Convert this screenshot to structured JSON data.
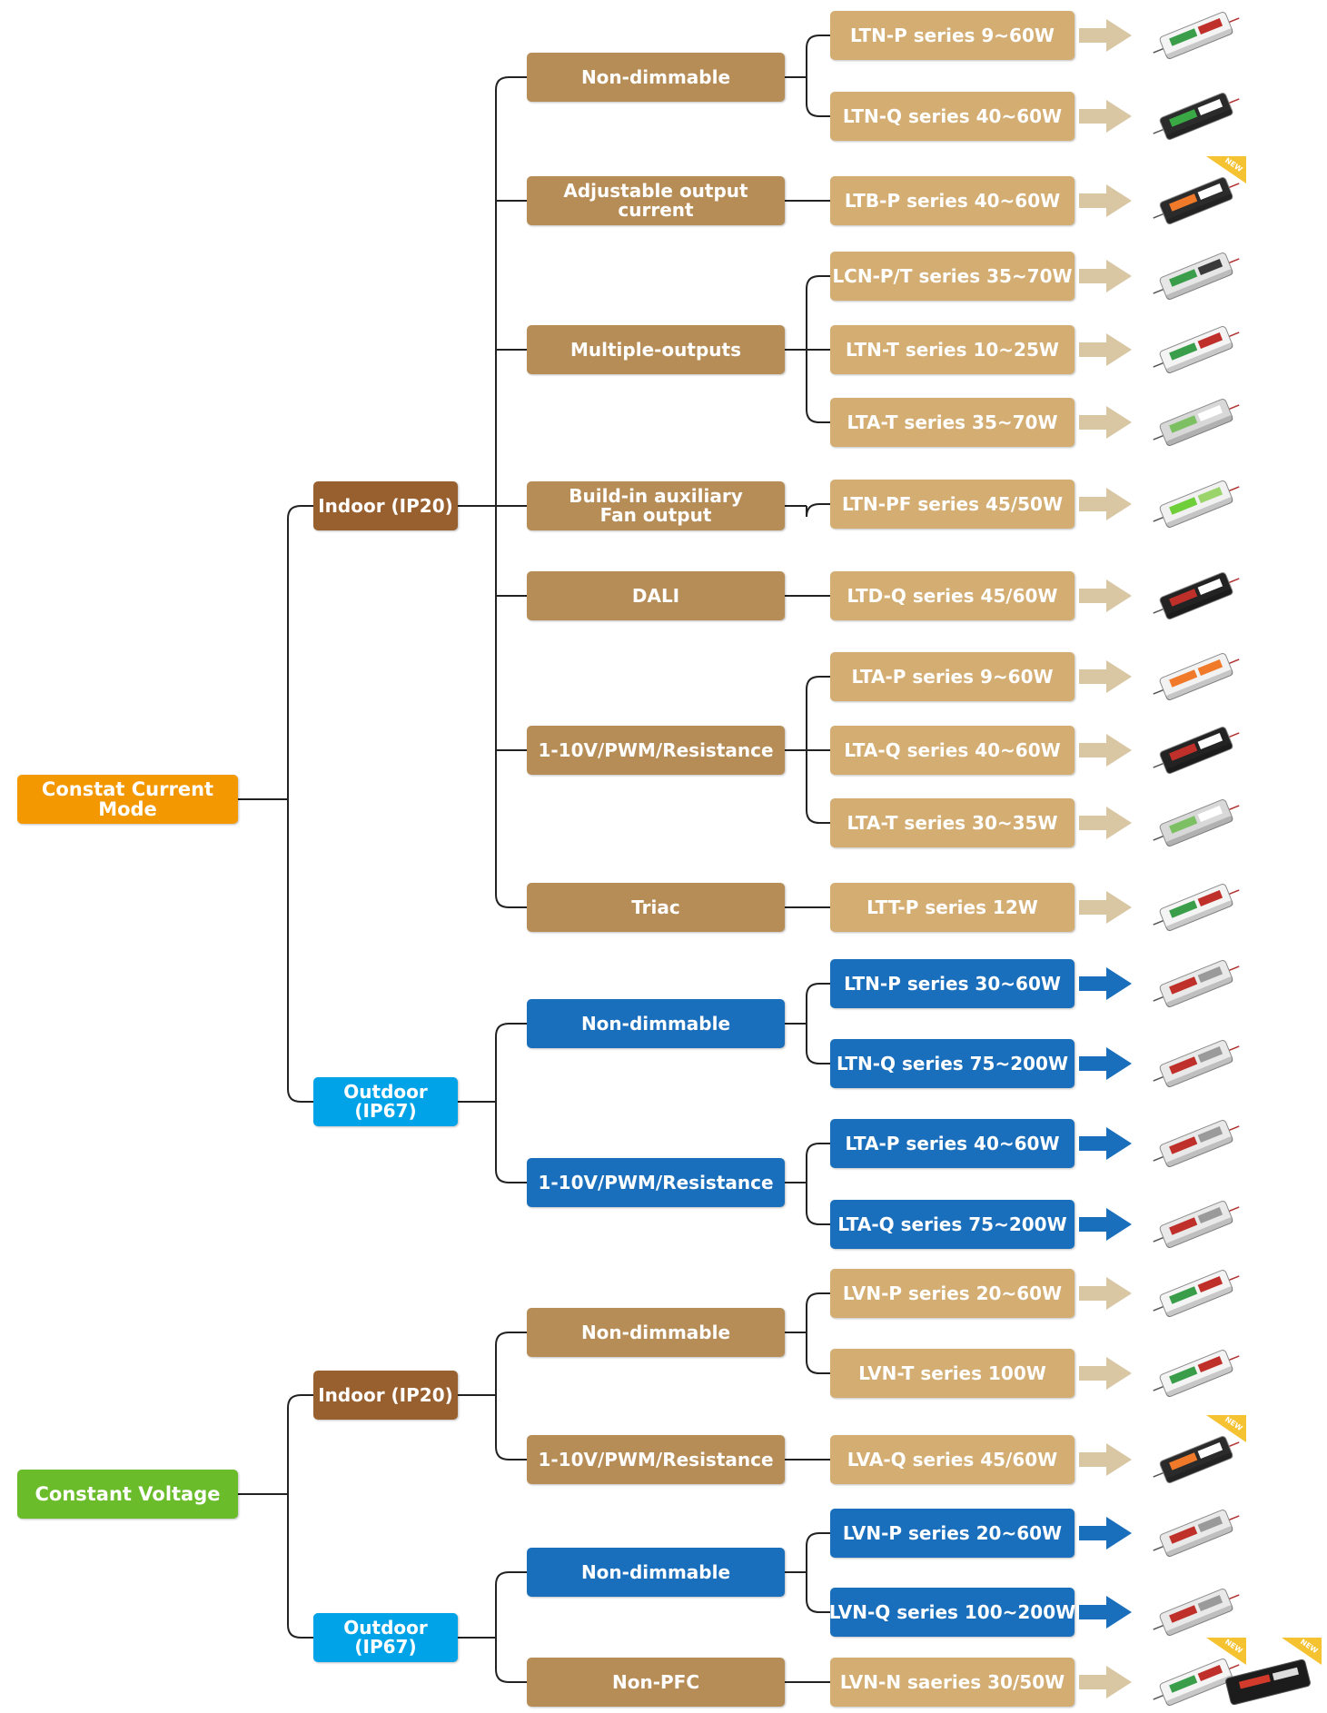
{
  "colors": {
    "orange": "#f39800",
    "green": "#6abc2b",
    "indoor": "#99602f",
    "outdoor": "#00a3e8",
    "category": "#b78d57",
    "product": "#d3ad72",
    "blue": "#1a6fbd",
    "arrow_tan": "#d9c7a4",
    "arrow_blue": "#1a6fbd",
    "line": "#222222"
  },
  "roots": [
    {
      "label": "Constat Current Mode",
      "color": "orange"
    },
    {
      "label": "Constant Voltage",
      "color": "green"
    }
  ],
  "environments": [
    {
      "label": "Indoor (IP20)",
      "color": "indoor"
    },
    {
      "label": "Outdoor (IP67)",
      "color": "outdoor"
    },
    {
      "label": "Indoor (IP20)",
      "color": "indoor"
    },
    {
      "label": "Outdoor (IP67)",
      "color": "outdoor"
    }
  ],
  "categories": [
    {
      "label": "Non-dimmable",
      "color": "category"
    },
    {
      "label": "Adjustable output current",
      "color": "category"
    },
    {
      "label": "Multiple-outputs",
      "color": "category"
    },
    {
      "label": "Build-in auxiliary\nFan output",
      "color": "category"
    },
    {
      "label": "DALI",
      "color": "category"
    },
    {
      "label": "1-10V/PWM/Resistance",
      "color": "category"
    },
    {
      "label": "Triac",
      "color": "category"
    },
    {
      "label": "Non-dimmable",
      "color": "blue"
    },
    {
      "label": "1-10V/PWM/Resistance",
      "color": "blue"
    },
    {
      "label": "Non-dimmable",
      "color": "category"
    },
    {
      "label": "1-10V/PWM/Resistance",
      "color": "category"
    },
    {
      "label": "Non-dimmable",
      "color": "blue"
    },
    {
      "label": "Non-PFC",
      "color": "category"
    }
  ],
  "products": [
    {
      "label": "LTN-P series 9~60W",
      "color": "product",
      "icon": "white-driver-icon",
      "new": false
    },
    {
      "label": "LTN-Q series 40~60W",
      "color": "product",
      "icon": "black-green-driver-icon",
      "new": false
    },
    {
      "label": "LTB-P series 40~60W",
      "color": "product",
      "icon": "orange-black-driver-icon",
      "new": true
    },
    {
      "label": "LCN-P/T series 35~70W",
      "color": "product",
      "icon": "slim-driver-icon",
      "new": false
    },
    {
      "label": "LTN-T series 10~25W",
      "color": "product",
      "icon": "white-driver-icon",
      "new": false
    },
    {
      "label": "LTA-T series 35~70W",
      "color": "product",
      "icon": "grey-driver-icon",
      "new": false
    },
    {
      "label": "LTN-PF series 45/50W",
      "color": "product",
      "icon": "green-white-driver-icon",
      "new": false
    },
    {
      "label": "LTD-Q series 45/60W",
      "color": "product",
      "icon": "black-red-driver-icon",
      "new": false
    },
    {
      "label": "LTA-P series 9~60W",
      "color": "product",
      "icon": "orange-white-driver-icon",
      "new": false
    },
    {
      "label": "LTA-Q series 40~60W",
      "color": "product",
      "icon": "black-red-driver-icon",
      "new": false
    },
    {
      "label": "LTA-T series 30~35W",
      "color": "product",
      "icon": "grey-driver-icon",
      "new": false
    },
    {
      "label": "LTT-P series 12W",
      "color": "product",
      "icon": "white-driver-icon",
      "new": false
    },
    {
      "label": "LTN-P series 30~60W",
      "color": "blue",
      "icon": "waterproof-driver-icon",
      "new": false
    },
    {
      "label": "LTN-Q series 75~200W",
      "color": "blue",
      "icon": "waterproof-driver-icon",
      "new": false
    },
    {
      "label": "LTA-P series 40~60W",
      "color": "blue",
      "icon": "waterproof-driver-icon",
      "new": false
    },
    {
      "label": "LTA-Q series 75~200W",
      "color": "blue",
      "icon": "waterproof-driver-icon",
      "new": false
    },
    {
      "label": "LVN-P series 20~60W",
      "color": "product",
      "icon": "white-driver-icon",
      "new": false
    },
    {
      "label": "LVN-T series 100W",
      "color": "product",
      "icon": "white-driver-icon",
      "new": false
    },
    {
      "label": "LVA-Q series 45/60W",
      "color": "product",
      "icon": "orange-black-driver-icon",
      "new": true
    },
    {
      "label": "LVN-P series 20~60W",
      "color": "blue",
      "icon": "waterproof-driver-icon",
      "new": false
    },
    {
      "label": "LVN-Q series 100~200W",
      "color": "blue",
      "icon": "waterproof-driver-icon",
      "new": false
    },
    {
      "label": "LVN-N saeries 30/50W",
      "color": "product",
      "icon": "white-driver-icon",
      "new": true
    }
  ],
  "new_badge_text": "NEW"
}
